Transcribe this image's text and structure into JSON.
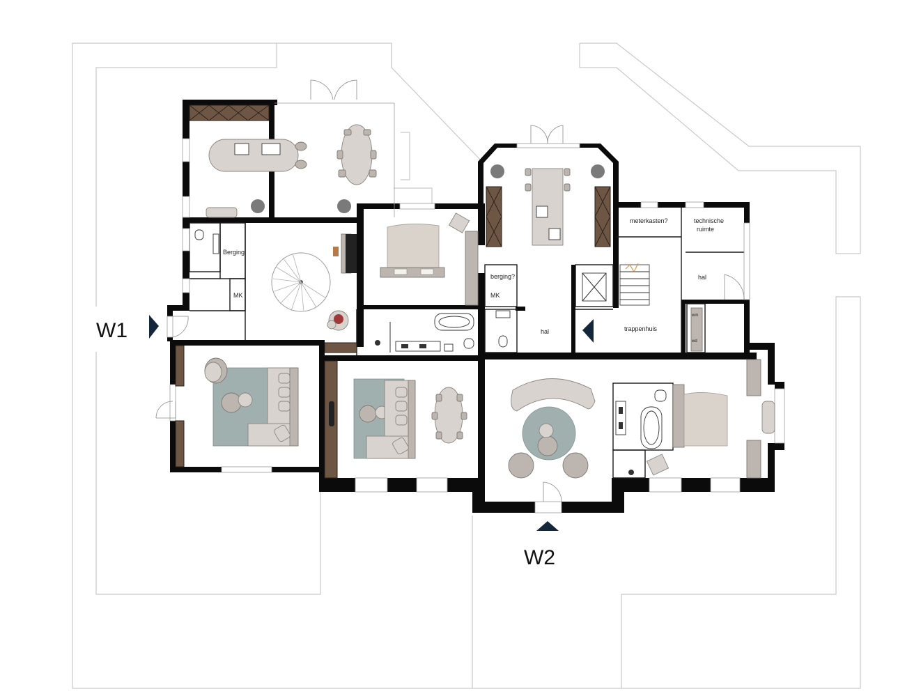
{
  "labels": {
    "berging": "Berging",
    "mk_left": "MK",
    "berging_q": "berging?",
    "mk_right": "MK",
    "meterkasten": "meterkasten?",
    "technische_1": "technische",
    "technische_2": "ruimte",
    "hal_right": "hal",
    "hal_center": "hal",
    "trappenhuis": "trappenhuis",
    "wm": "wm",
    "wd": "wd"
  },
  "markers": {
    "w1": "W1",
    "w2": "W2"
  },
  "colors": {
    "wall": "#0b0b0b",
    "cabinet": "#6e5645",
    "rug": "#9fb0ae",
    "furniture": "#d8d3cf",
    "arrow": "#14263a"
  }
}
